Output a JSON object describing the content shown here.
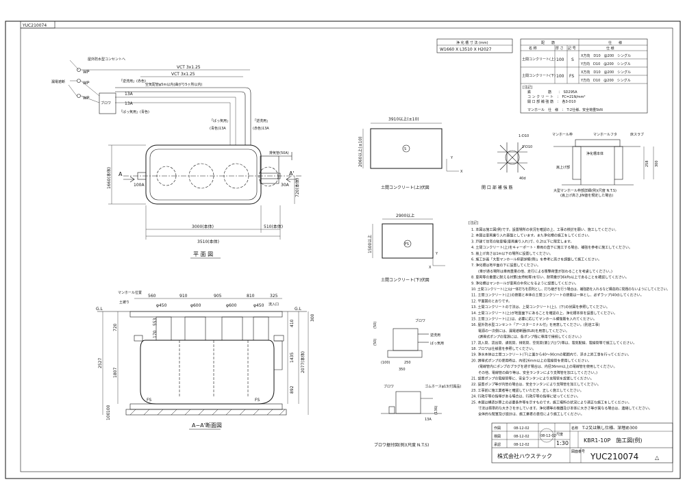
{
  "drawing_no_corner": "YUC210074",
  "plan_view": {
    "title": "平 面 図",
    "dims": {
      "width_inner": "3000(本体)",
      "extra": "510(本体)",
      "total": "3510(本体)",
      "height_left": "1660(本体)",
      "height_right": "720(本体)"
    },
    "pipes": {
      "in_size": "100A",
      "out_size": "30A",
      "vent": "排気管(50A)"
    },
    "labels": {
      "a": "A",
      "a_prime": "A'",
      "vct1": "VCT 3x1.25",
      "vct2": "VCT 3x1.25",
      "power": "屋外防水型コンセントへ",
      "breaker": "漏電遮断",
      "wp": "WP",
      "blower": "ブロワ",
      "h13a_1": "13A",
      "h13a_2": "13A",
      "air_note": "空気配管φ5m以内(曲がり5ヶ所以内)",
      "gyaku": "「逆洗用」(赤色)",
      "bakki": "「ばっ気用」(青色)",
      "bakki_tag": "「ばっ気用」",
      "bakki_sub": "(青色)13A",
      "gyaku_tag": "「逆洗用」",
      "gyaku_sub": "(赤色)13A"
    }
  },
  "section_view": {
    "title": "A−A'断面図",
    "top_dims": [
      "560",
      "910",
      "905",
      "810",
      "325"
    ],
    "diam": [
      "φ450",
      "φ600",
      "φ600",
      "φ450"
    ],
    "left_dims": [
      "720",
      "2527",
      "1807",
      "100",
      "100"
    ],
    "right_dims": [
      "410",
      "1435",
      "2077(本体)",
      "892",
      "300"
    ],
    "mid_dims": [
      "553",
      "170"
    ],
    "labels": {
      "gl_l": "G.L",
      "gl_r": "G.L",
      "fs_l": "FS",
      "fs_r": "FS",
      "manhole": "マンホール位置",
      "earth": "土被り",
      "inlet": "流入口"
    }
  },
  "capacity_box": {
    "header": "浄 化 槽 寸 法 (mm)",
    "value": "W1660 X L3510 X H2027"
  },
  "rebar_table": {
    "header_left": "配　　筋",
    "header_right": "仕　　様",
    "cols": [
      "名 称",
      "厚 さ",
      "記 号",
      "仕 様"
    ],
    "rows": [
      {
        "name": "土間コンクリート(上)",
        "thick": "100",
        "sym": "S",
        "lines": [
          "X方向　D10　@200　シングル",
          "Y方向　D10　@200　シングル"
        ]
      },
      {
        "name": "土間コンクリート(下)",
        "thick": "100",
        "sym": "FS",
        "lines": [
          "X方向　D10　@200　シングル",
          "Y方向　D10　@200　シングル"
        ]
      }
    ]
  },
  "notes_box": {
    "title": "[注記]",
    "rows": [
      "鉄　　　　　筋　　：　SD295A",
      "コ ン ク リ ー ト　：　FC=21N/mm²",
      "開 口 部 補 強 筋　：　各3-D10",
      "",
      "マンホール　仕　様　：　T-2仕様、安全荷重5kN"
    ]
  },
  "slab_upper": {
    "title": "土間コンクリート(上)伏図",
    "w": "3910以上(±10)",
    "h": "2060以上(±10)",
    "mark": "S",
    "x": "X",
    "y": "Y"
  },
  "slab_lower": {
    "title": "土間コンクリート(下)伏図",
    "w": "2900以上",
    "h": "1500以上",
    "mark": "FS",
    "x": "X",
    "y": "Y"
  },
  "opening": {
    "title": "開 口 部 補 強 筋",
    "d1": "1-D10",
    "d2": "1-D10",
    "d3": "40d"
  },
  "manhole_detail": {
    "title": "大型マンホール枠部詳細(例)(尺度 N.T.S)",
    "sub": "(嵩上げ高さ,JIN値を規定した場合)",
    "cover": "マンホールフタ",
    "frame": "マンホール枠",
    "slab": "床スラブ",
    "mat": "浄化槽本体",
    "d258": "258",
    "d300": "300",
    "earth": "嵩上げ部"
  },
  "blower_detail": {
    "title": "ブロワ据付図(例)(尺度 N.T.S)",
    "blower": "ブロワ",
    "gyaku": "逆洗用",
    "bakki": "ばっ気用",
    "dims": [
      "(50)",
      "(50)",
      "(100)",
      "250",
      "350",
      "13A",
      "(136)"
    ],
    "hose": "ゴムホースφ13(付属品)"
  },
  "notes_title": "[注記]",
  "notes": [
    "1. 本図は施工図(例)です。設置場所の状況を確認の上、工事の検討を願い、施工してください。",
    "2. 本図は車両乗り入れ基盤としています。また浄化槽の施工をしてください。",
    "3. 戸建て住宅の駐車場(車両乗り入れ)で、0.2t以下に限定します。",
    "4. 土間コンクリート(上)をキャーポート・車両の直下に施工する場合、補強を参考に施工してください。",
    "5. 嵩上げ高さは1m以下の場所に設置してください。",
    "6. 施工計画「大型マンホール枠部詳細(例)」を参考に高さを調整して施工ください。",
    "7. 浄化槽は地平面の下に設置してください。",
    "　　(車が通る場所は車両重量の他、走行による衝撃荷重が加わることを考慮してください。)",
    "8. 車両等の重量に耐える対策(支持杭等)を行い、耐荷重が36kPa以上であることを確認してください。",
    "9. 浄化槽はマンホールが車両の中央になるように設置してください。",
    "10. 土間コンクリート(上)は一体打ちを原則とし、打ち継ぎを行う場合は、補強筋を入れるなど構造的に問題のないようにしてください。",
    "11. 土間コンクリート(上)の鉄筋と本体の土間コンクリートの鉄筋は一体とし、必ずラップ(40d)してください。",
    "12. 平面図のとおりです。",
    "13. 土間コンクリートの寸法は、上間コンクリート(上)、(下)の伏図を参照してください。",
    "14. 土間コンクリート(上)が地盤面下にあることを確認の上、浄化槽本体を設置してください。",
    "15. 土間コンクリート(上)は、必要に応じてマンホール補強筋を入れてください。",
    "16. 屋外防水型コンセント「アースターミナル付」を用意してください。(別途工事)",
    "　　電源の一次側には、漏電遮断器(ELB)を用意してください。",
    "　　(誘導式ポンプの電源には、各ポンプ毎に専用で接続してください。)",
    "17. 流入管、流出管、通気管、排気管、空気管(第1ブロワ)等は、電気配線、電線管等で施工してください。",
    "18. ブロワは仕様書を参照してください。",
    "19. 浄水本体は土間コンクリート(下)上面から40～90cmの範囲内で、浮き上昇工事を行ってください。",
    "20. 誘導式ポンプの使用時は、内径26mm以上の電線管を使用してください。",
    "　　(電線管内にポンプのプラグを通す場合は、内径36mm以上の電線管を使用してください。",
    "　　その他、電線管の曲り等は、安全ランタンにより支障管を加工してください。)",
    "21. 設置ポンプの電線管等に、安全ランタンにより支障管を設置してください。",
    "22. 設置ポンプ等が内管の場合は、安全ランタンにより支障管を加工してください。",
    "23. 工事前に施工業者等と確認していただき、正しく施工してください。",
    "24. 行政庁等の指導がある場合は、行政庁等の指導に従ってください。",
    "25. 本図は構造計算上の必要条件等を示すものです。施工場所の状況により適正な施工をしてください。",
    "　　寸法は標準的な大きさを示しています。浄化槽等の機器及び本体に大きさ等が異なる場合は、連絡してください。",
    "　　全体的な配置及び設計は、施工業者の責任により施工してください。"
  ],
  "title_block": {
    "rows": [
      {
        "role": "作図",
        "date": "08-12-02"
      },
      {
        "role": "検図",
        "date": "08-12-02"
      },
      {
        "role": "承認",
        "date": "08-12-02"
      }
    ],
    "stamp": "08-12-02",
    "scale_label": "尺度",
    "scale": "1:30",
    "name_label": "名称",
    "spec": "T-2又は無し仕様、深埋め300",
    "model": "KBR1-10P　施工図(例)",
    "company": "株式会社ハウステック",
    "drawing_no_label": "図面番号",
    "drawing_no": "YUC210074",
    "rev": "△"
  }
}
